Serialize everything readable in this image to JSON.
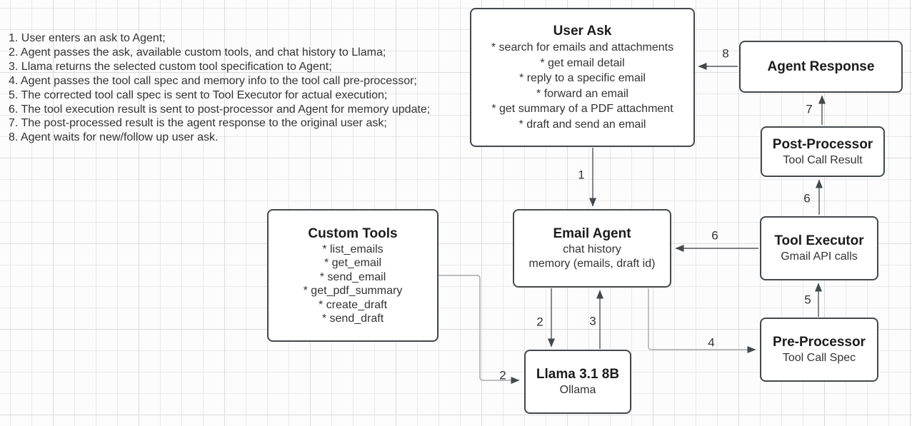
{
  "colors": {
    "bg": "#fcfcfc",
    "grid_minor": "#e9e9e9",
    "grid_major": "#dcdcdc",
    "box_fill": "#ffffff",
    "box_border": "#43484d",
    "text_title": "#1c1c1c",
    "text_body": "#333333",
    "edge_dark": "#53575c",
    "edge_light": "#a6a8ab",
    "arrowhead": "#43484d"
  },
  "notes": {
    "steps": [
      "1. User enters an ask to Agent;",
      "2. Agent passes the ask, available custom tools, and chat history to Llama;",
      "3. Llama returns the selected custom tool specification to Agent;",
      "4. Agent passes the tool call spec and memory info to the tool call pre-processor;",
      "5. The corrected tool call spec is sent to Tool Executor for actual execution;",
      "6. The tool execution result is sent to post-processor and Agent for memory update;",
      "7. The post-processed result is the agent response to the original user ask;",
      "8. Agent waits for new/follow up user ask."
    ]
  },
  "boxes": {
    "user_ask": {
      "title": "User Ask",
      "items": [
        "* search for emails and attachments",
        "* get email detail",
        "* reply to a specific email",
        "* forward an email",
        "* get summary of a PDF attachment",
        "* draft and send an email"
      ]
    },
    "agent_response": {
      "title": "Agent Response"
    },
    "post_processor": {
      "title": "Post-Processor",
      "subtitle": "Tool Call Result"
    },
    "custom_tools": {
      "title": "Custom Tools",
      "items": [
        "* list_emails",
        "* get_email",
        "* send_email",
        "* get_pdf_summary",
        "* create_draft",
        "* send_draft"
      ]
    },
    "email_agent": {
      "title": "Email Agent",
      "lines": [
        "chat history",
        "memory (emails, draft id)"
      ]
    },
    "tool_executor": {
      "title": "Tool Executor",
      "subtitle": "Gmail API calls"
    },
    "pre_processor": {
      "title": "Pre-Processor",
      "subtitle": "Tool Call Spec"
    },
    "llama": {
      "title": "Llama 3.1 8B",
      "subtitle": "Ollama"
    }
  },
  "edges": {
    "user_ask_to_email_agent": {
      "label": "1"
    },
    "email_agent_to_llama": {
      "label": "2"
    },
    "custom_tools_to_llama": {
      "label": "2"
    },
    "llama_to_email_agent": {
      "label": "3"
    },
    "email_agent_to_pre_processor": {
      "label": "4"
    },
    "pre_processor_to_tool_executor": {
      "label": "5"
    },
    "tool_executor_to_email_agent": {
      "label": "6"
    },
    "tool_executor_to_post_processor": {
      "label": "6"
    },
    "post_processor_to_agent_response": {
      "label": "7"
    },
    "agent_response_to_user_ask": {
      "label": "8"
    }
  }
}
